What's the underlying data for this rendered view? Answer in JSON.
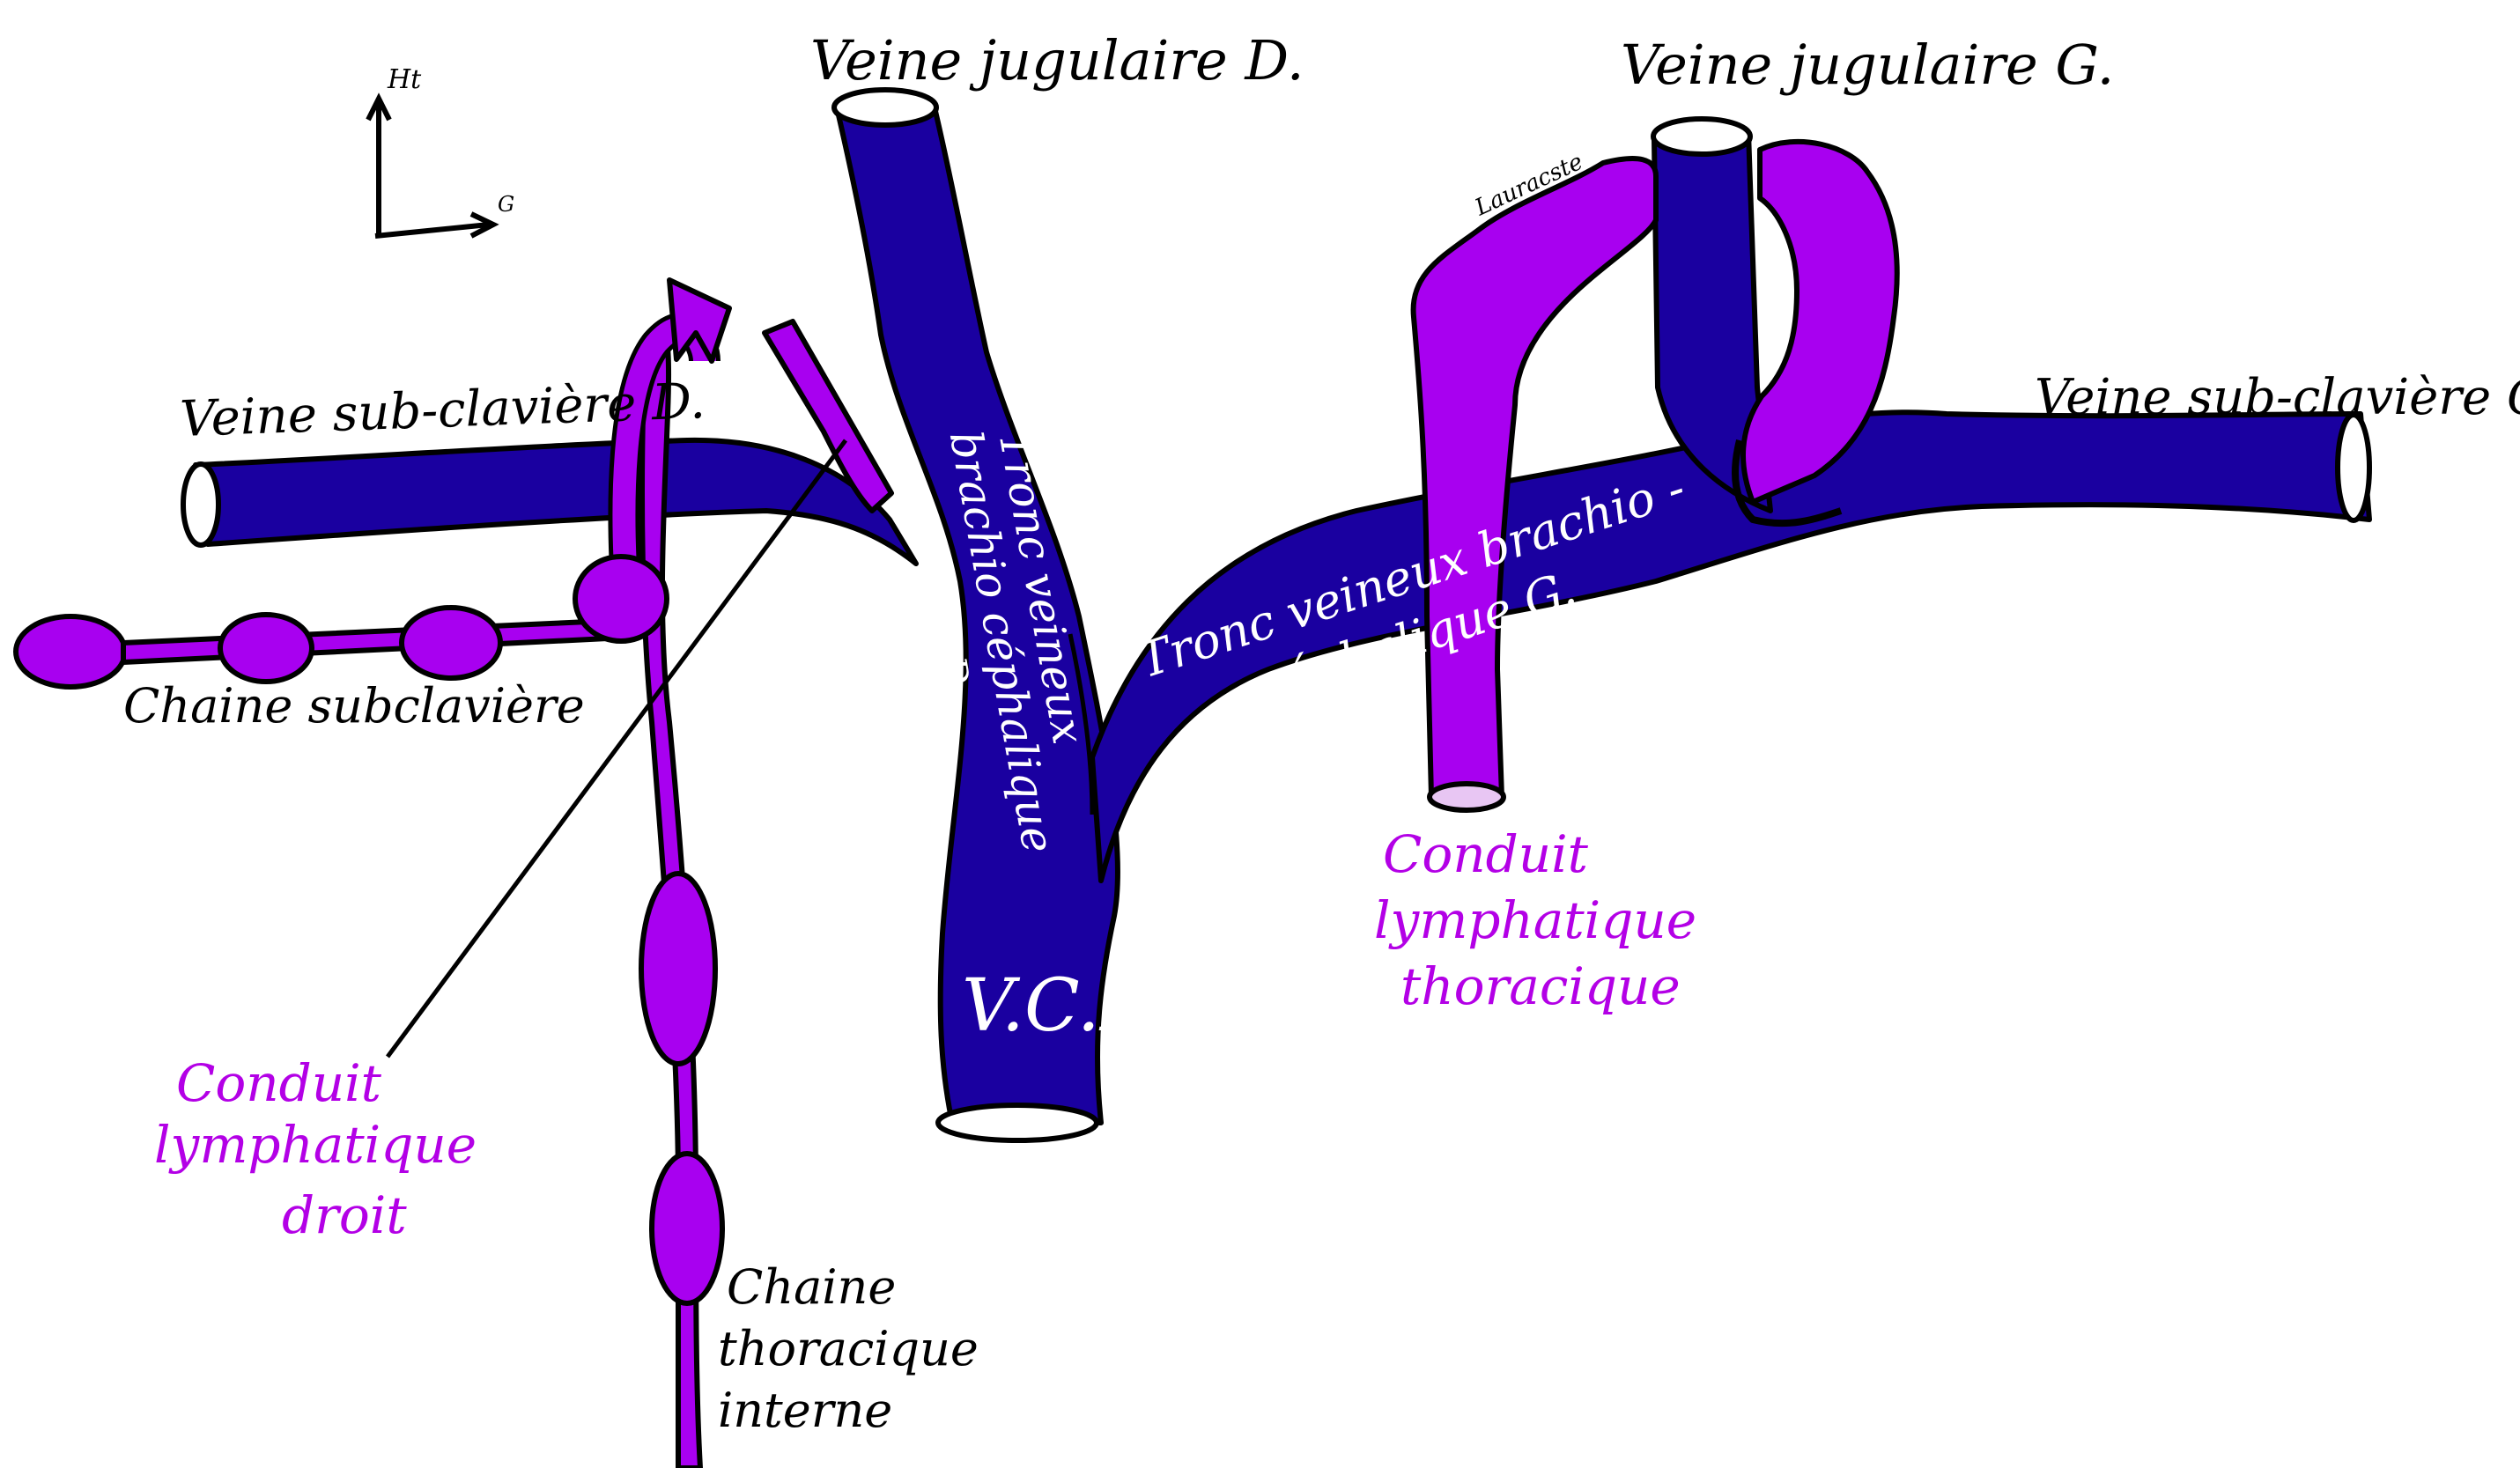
{
  "colors": {
    "vein": "#1a00a0",
    "lymph": "#a800f0",
    "outline": "#000000",
    "label_dark": "#000000",
    "label_lymph": "#b300e6",
    "label_on_vein": "#ffffff"
  },
  "orientation": {
    "up": "Ht",
    "left": "G"
  },
  "labels": {
    "jugular_right": "Veine jugulaire D.",
    "jugular_left": "Veine jugulaire G.",
    "subclavian_right": "Veine sub-clavière D.",
    "subclavian_left": "Veine sub-clavière G.",
    "trunk_right_line1": "Tronc veineux",
    "trunk_right_line2": "brachio céphalique",
    "trunk_right_line3": "D",
    "trunk_left_line1": "Tronc veineux brachio -",
    "trunk_left_line2": "céphalique G.",
    "vci": "V.C.I",
    "subclavian_chain": "Chaine subclavière",
    "right_duct_line1": "Conduit",
    "right_duct_line2": "lymphatique",
    "right_duct_line3": "droit",
    "thoracic_duct_line1": "Conduit",
    "thoracic_duct_line2": "lymphatique",
    "thoracic_duct_line3": "thoracique",
    "internal_chain_line1": "Chaine",
    "internal_chain_line2": "thoracique",
    "internal_chain_line3": "interne",
    "crosse": "Lauracste"
  }
}
